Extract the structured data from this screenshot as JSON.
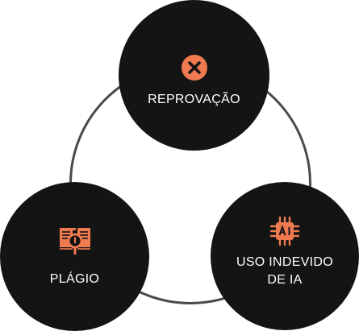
{
  "diagram": {
    "accent_color": "#f07a4f",
    "circle_color": "#141414",
    "ring_color": "#4a4a4a",
    "nodes": [
      {
        "icon": "close-circle-icon",
        "label_lines": [
          "REPROVAÇÃO"
        ]
      },
      {
        "icon": "document-magnifier-icon",
        "label_lines": [
          "PLÁGIO"
        ]
      },
      {
        "icon": "ai-chip-icon",
        "label_lines": [
          "USO INDEVIDO",
          "DE IA"
        ]
      }
    ]
  }
}
